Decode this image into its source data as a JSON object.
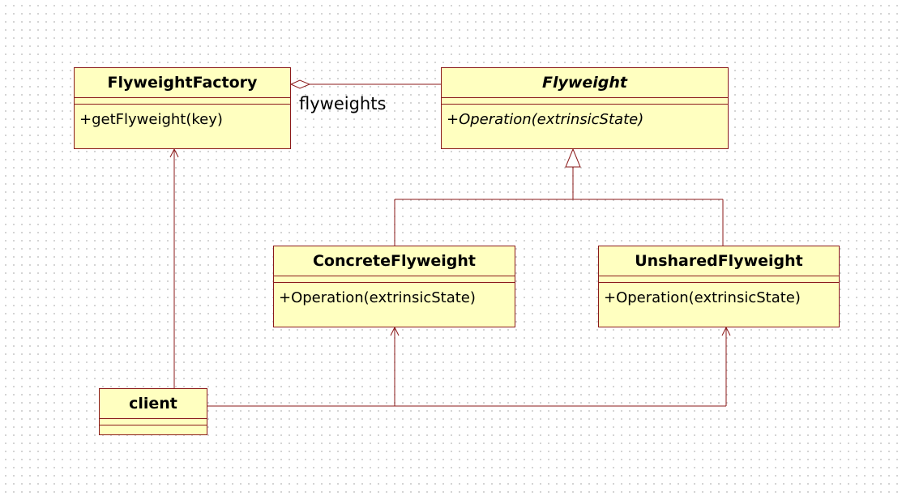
{
  "classes": {
    "factory": {
      "name": "FlyweightFactory",
      "operation": "+getFlyweight(key)"
    },
    "flyweight": {
      "name": "Flyweight",
      "operation": "+Operation(extrinsicState)"
    },
    "concrete": {
      "name": "ConcreteFlyweight",
      "operation": "+Operation(extrinsicState)"
    },
    "unshared": {
      "name": "UnsharedFlyweight",
      "operation": "+Operation(extrinsicState)"
    },
    "client": {
      "name": "client"
    }
  },
  "associations": {
    "aggregation_label": "flyweights"
  },
  "colors": {
    "class_fill": "#ffffc0",
    "line": "#8b1a1a"
  }
}
